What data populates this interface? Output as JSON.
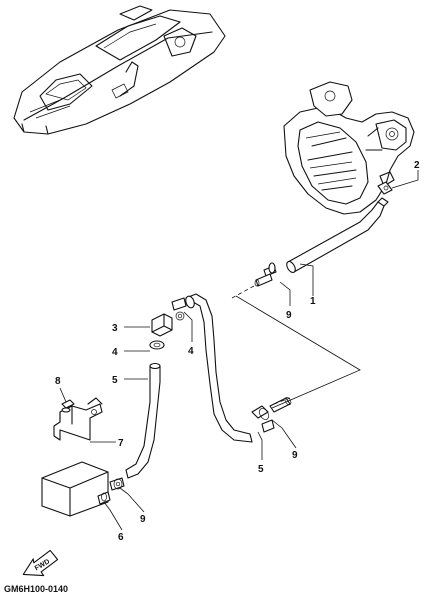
{
  "callouts": {
    "c1": "1",
    "c2": "2",
    "c3": "3",
    "c4a": "4",
    "c4b": "4",
    "c5a": "5",
    "c5b": "5",
    "c6": "6",
    "c7": "7",
    "c8": "8",
    "c9a": "9",
    "c9b": "9",
    "c9c": "9"
  },
  "fwd_arrow": {
    "label": "FWD"
  },
  "diagram_code": "GM6H100-0140"
}
